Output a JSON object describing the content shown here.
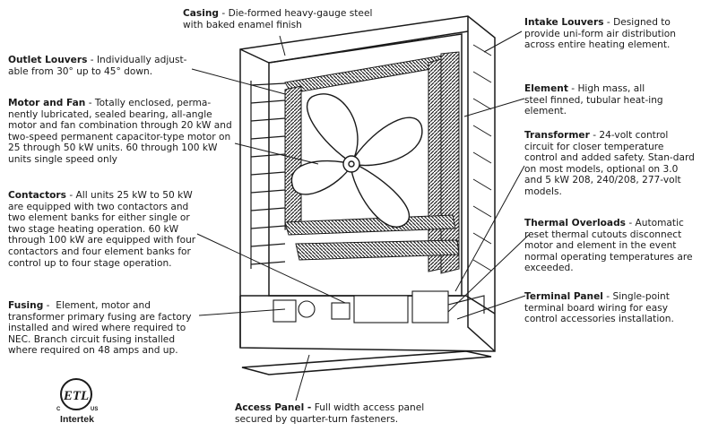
{
  "callouts": {
    "casing": {
      "title": "Casing",
      "sep": " - ",
      "text": "Die-formed heavy-gauge steel with baked enamel finish"
    },
    "outlet_louvers": {
      "title": "Outlet Louvers",
      "sep": " - ",
      "text": "Individually adjust-able from 30° up to 45° down."
    },
    "motor_fan": {
      "title": "Motor and Fan",
      "sep": " - ",
      "text": "Totally enclosed, perma-nently lubricated, sealed bearing, all-angle motor and fan combination through 20 kW and two-speed permanent capacitor-type motor on 25 through 50 kW units. 60 through 100 kW units single speed only"
    },
    "contactors": {
      "title": "Contactors",
      "sep": " - ",
      "text": "All units 25 kW to 50 kW are equipped with two contactors and two element banks for either single or two stage heating operation. 60 kW through 100 kW are equipped with four contactors and four element banks for control up to four stage operation."
    },
    "fusing": {
      "title": "Fusing",
      "sep": " -  ",
      "text": "Element, motor and transformer primary fusing are factory installed and wired where required to NEC. Branch circuit fusing installed where required on 48 amps and up."
    },
    "intake_louvers": {
      "title": "Intake Louvers",
      "sep": " - ",
      "text": "Designed to provide uni-form air distribution across entire heating element."
    },
    "element": {
      "title": "Element",
      "sep": " - ",
      "text": "High mass, all steel finned, tubular heat-ing element."
    },
    "transformer": {
      "title": "Transformer",
      "sep": " - ",
      "text": "24-volt control circuit for closer temperature control and added safety. Stan-dard on most models, optional on 3.0 and 5 kW 208, 240/208, 277-volt models."
    },
    "thermal_overloads": {
      "title": "Thermal Overloads",
      "sep": " - ",
      "text": "Automatic reset thermal cutouts disconnect motor and element in the event normal operating temperatures are exceeded."
    },
    "terminal_panel": {
      "title": "Terminal Panel",
      "sep": " - ",
      "text": "Single-point terminal board wiring for easy control accessories installation."
    },
    "access_panel": {
      "title": "Access Panel -",
      "sep": " ",
      "text": "Full width access panel secured by quarter-turn fasteners."
    }
  },
  "certification": {
    "mark": "ETL",
    "c_mark": "C",
    "us_mark": "US",
    "name": "Intertek"
  }
}
